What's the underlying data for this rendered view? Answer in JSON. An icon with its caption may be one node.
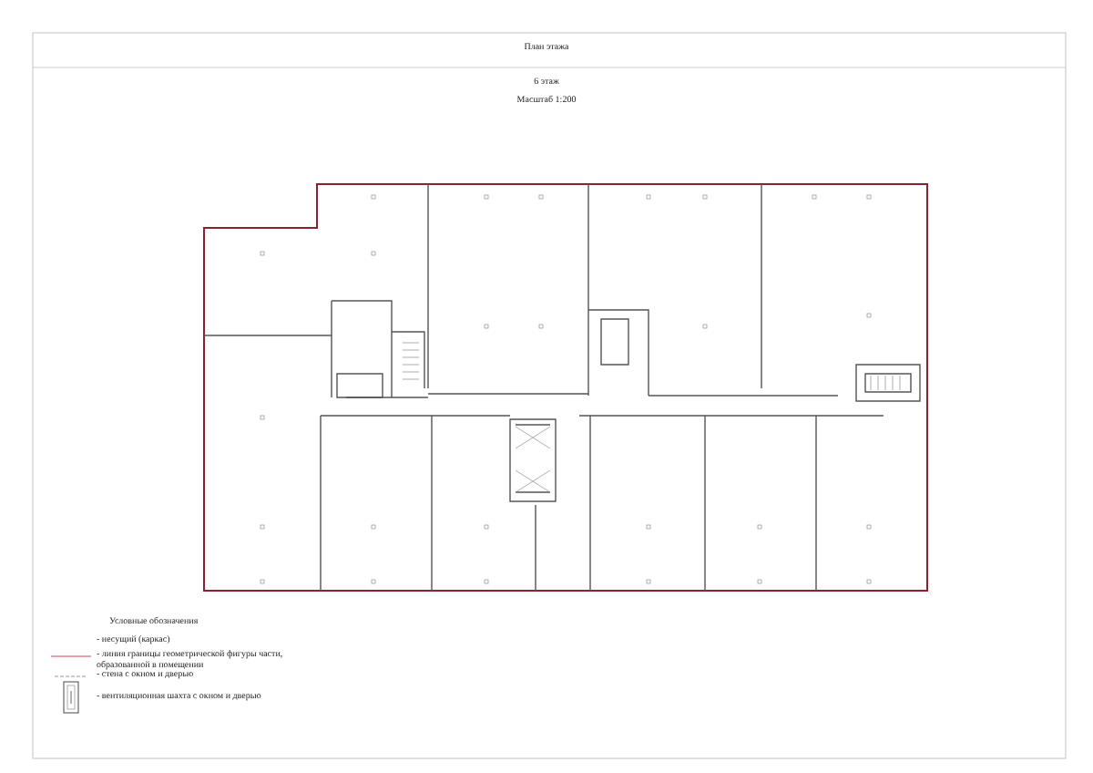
{
  "diagram": {
    "title": "План этажа",
    "labels": [
      "6 этаж",
      "Масштаб 1:200",
      "Условные обозначения"
    ],
    "legend": [
      {
        "text": "- несущий (каркас)"
      },
      {
        "text": "- линия границы геометрической фигуры части, образованной в помещении"
      },
      {
        "text": "- стена с окном и дверью"
      },
      {
        "text": "- вентиляционная шахта с окном и дверью"
      }
    ]
  }
}
